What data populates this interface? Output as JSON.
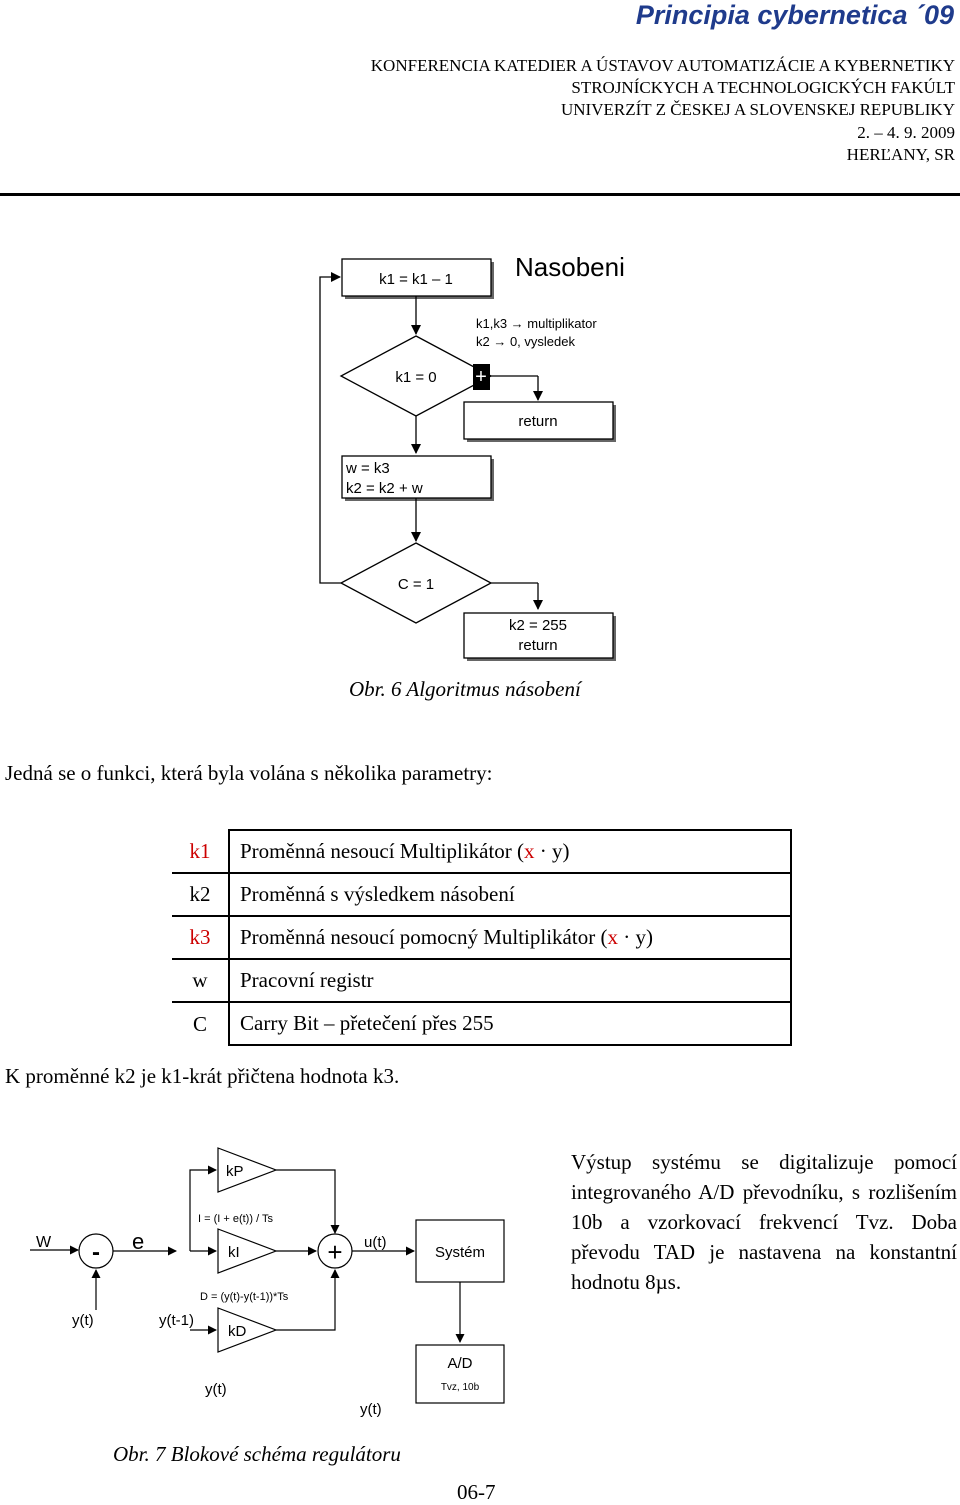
{
  "header": {
    "journal": "Principia cybernetica ´09",
    "lines": [
      "KONFERENCIA KATEDIER A ÚSTAVOV AUTOMATIZÁCIE A KYBERNETIKY",
      "STROJNÍCKYCH A TECHNOLOGICKÝCH FAKÚLT",
      "UNIVERZÍT Z ČESKEJ A SLOVENSKEJ REPUBLIKY",
      "2. – 4. 9. 2009",
      "HERĽANY, SR"
    ]
  },
  "flowchart": {
    "title": "Nasobeni",
    "box_dec": "k1 = k1 – 1",
    "init_note_1": "k1,k3 → multiplikator",
    "init_note_2": "k2 → 0, vysledek",
    "decision1": "k1 = 0",
    "plus_label": "+",
    "return_box": "return",
    "assign_1": "w  = k3",
    "assign_2": "k2 = k2 + w",
    "decision2": "C = 1",
    "end_box_1": "k2 = 255",
    "end_box_2": "return",
    "caption": "Obr. 6 Algoritmus násobení"
  },
  "intro_text": "Jedná se o funkci, která byla volána s několika parametry:",
  "variables": [
    {
      "name": "k1",
      "name_color": "#cc0000",
      "desc": "Proměnná nesoucí Multiplikátor (",
      "op1": "x",
      "dot": " · ",
      "op2": "y",
      "close": ")"
    },
    {
      "name": "k2",
      "name_color": "#000000",
      "desc": "Proměnná s výsledkem násobení",
      "op1": "",
      "dot": "",
      "op2": "",
      "close": ""
    },
    {
      "name": "k3",
      "name_color": "#cc0000",
      "desc": "Proměnná nesoucí pomocný  Multiplikátor (",
      "op1": "x",
      "dot": " · ",
      "op2": "y",
      "close": ")"
    },
    {
      "name": "w",
      "name_color": "#000000",
      "desc": "Pracovní registr",
      "op1": "",
      "dot": "",
      "op2": "",
      "close": ""
    },
    {
      "name": "C",
      "name_color": "#000000",
      "desc": "Carry Bit – přetečení přes 255",
      "op1": "",
      "dot": "",
      "op2": "",
      "close": ""
    }
  ],
  "after_table": "K proměnné k2 je k1-krát přičtena hodnota k3.",
  "block_diagram": {
    "w": "W",
    "minus": "-",
    "e": "e",
    "yt_left": "y(t)",
    "yt1": "y(t-1)",
    "kp": "kP",
    "i_formula": "I = (I + e(t)) / Ts",
    "ki": "kI",
    "d_formula": "D = (y(t)-y(t-1))*Ts",
    "kd": "kD",
    "plus": "+",
    "ut": "u(t)",
    "system": "Systém",
    "ad": "A/D",
    "ad_sub": "Tvz, 10b",
    "yt_bottom1": "y(t)",
    "yt_bottom2": "y(t)",
    "caption": "Obr. 7 Blokové schéma regulátoru"
  },
  "side_text": "Výstup systému se digitalizuje pomocí integrovaného A/D převodníku, s rozlišením 10b a vzorkovací frekvencí Tvz. Doba převodu TAD je nastavena na konstantní hodnotu 8µs.",
  "page_number": "06-7",
  "colors": {
    "journal_title": "#1f3b8c",
    "highlight": "#cc0000"
  }
}
